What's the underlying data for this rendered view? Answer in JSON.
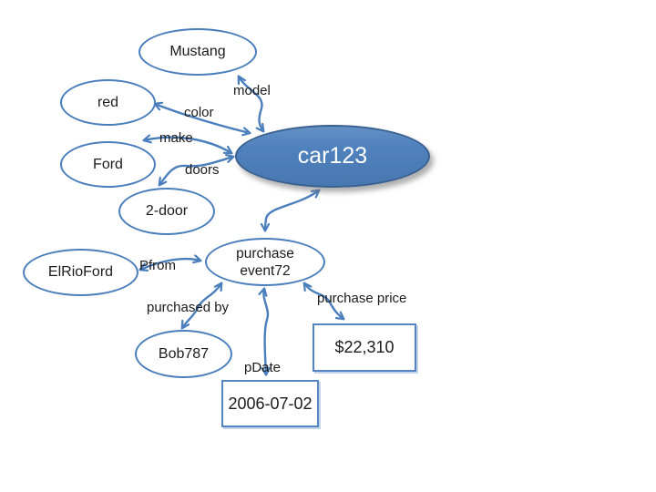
{
  "diagram": {
    "type": "entity-relation-graph",
    "colors": {
      "accent_stroke": "#4a7ebc",
      "entity_fill": "#4f81bd",
      "entity_border": "#3a618f",
      "entity_text": "#ffffff",
      "text": "#1b1b1b",
      "background": "#ffffff"
    },
    "nodes": {
      "mustang": {
        "label": "Mustang",
        "shape": "ellipse"
      },
      "red": {
        "label": "red",
        "shape": "ellipse"
      },
      "ford": {
        "label": "Ford",
        "shape": "ellipse"
      },
      "two_door": {
        "label": "2-door",
        "shape": "ellipse"
      },
      "car": {
        "label": "car123",
        "shape": "ellipse-filled"
      },
      "purchase_event": {
        "line1": "purchase",
        "line2": "event72",
        "shape": "ellipse"
      },
      "el_rio_ford": {
        "label": "ElRioFord",
        "shape": "ellipse"
      },
      "bob": {
        "label": "Bob787",
        "shape": "ellipse"
      },
      "price_value": {
        "label": "$22,310",
        "shape": "rect"
      },
      "date_value": {
        "label": "2006-07-02",
        "shape": "rect"
      }
    },
    "edges": {
      "model": {
        "label": "model",
        "from": "car",
        "to": "mustang"
      },
      "color": {
        "label": "color",
        "from": "car",
        "to": "red"
      },
      "make": {
        "label": "make",
        "from": "car",
        "to": "ford"
      },
      "doors": {
        "label": "doors",
        "from": "car",
        "to": "two_door"
      },
      "car_purchase": {
        "from": "car",
        "to": "purchase_event"
      },
      "pfrom": {
        "label": "Pfrom",
        "from": "el_rio_ford",
        "to": "purchase_event"
      },
      "purchased_by": {
        "label": "purchased by",
        "from": "purchase_event",
        "to": "bob"
      },
      "pdate": {
        "label": "pDate",
        "from": "purchase_event",
        "to": "date_value"
      },
      "purchase_price": {
        "label": "purchase price",
        "from": "purchase_event",
        "to": "price_value"
      }
    }
  }
}
